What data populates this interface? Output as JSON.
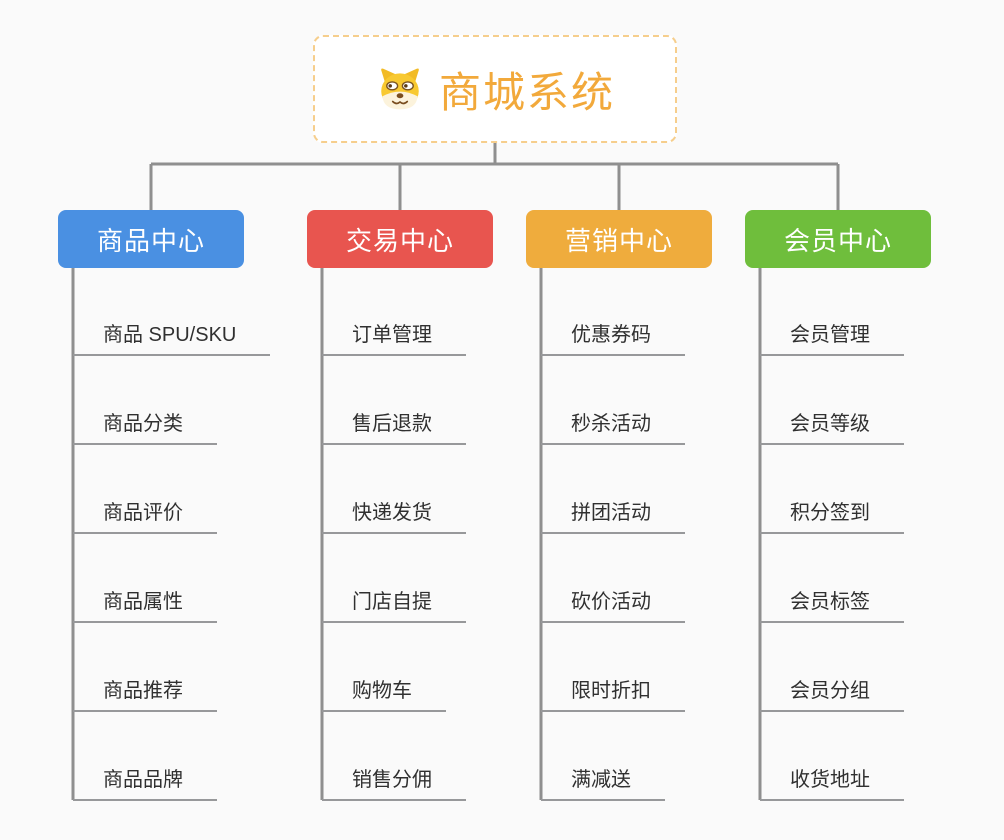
{
  "root": {
    "title": "商城系统",
    "icon": "dog-face-icon",
    "title_color": "#F2A93B",
    "border_color": "#F6CE8C"
  },
  "colors": {
    "background": "#FAFAFA",
    "connector": "#8F8F8F",
    "leaf_underline": "#97989A",
    "leaf_text": "#303030"
  },
  "branches": [
    {
      "label": "商品中心",
      "color": "#4A90E2",
      "children": [
        "商品 SPU/SKU",
        "商品分类",
        "商品评价",
        "商品属性",
        "商品推荐",
        "商品品牌"
      ]
    },
    {
      "label": "交易中心",
      "color": "#E8554F",
      "children": [
        "订单管理",
        "售后退款",
        "快递发货",
        "门店自提",
        "购物车",
        "销售分佣"
      ]
    },
    {
      "label": "营销中心",
      "color": "#EFAC3D",
      "children": [
        "优惠券码",
        "秒杀活动",
        "拼团活动",
        "砍价活动",
        "限时折扣",
        "满减送"
      ]
    },
    {
      "label": "会员中心",
      "color": "#6FBE3C",
      "children": [
        "会员管理",
        "会员等级",
        "积分签到",
        "会员标签",
        "会员分组",
        "收货地址"
      ]
    }
  ]
}
